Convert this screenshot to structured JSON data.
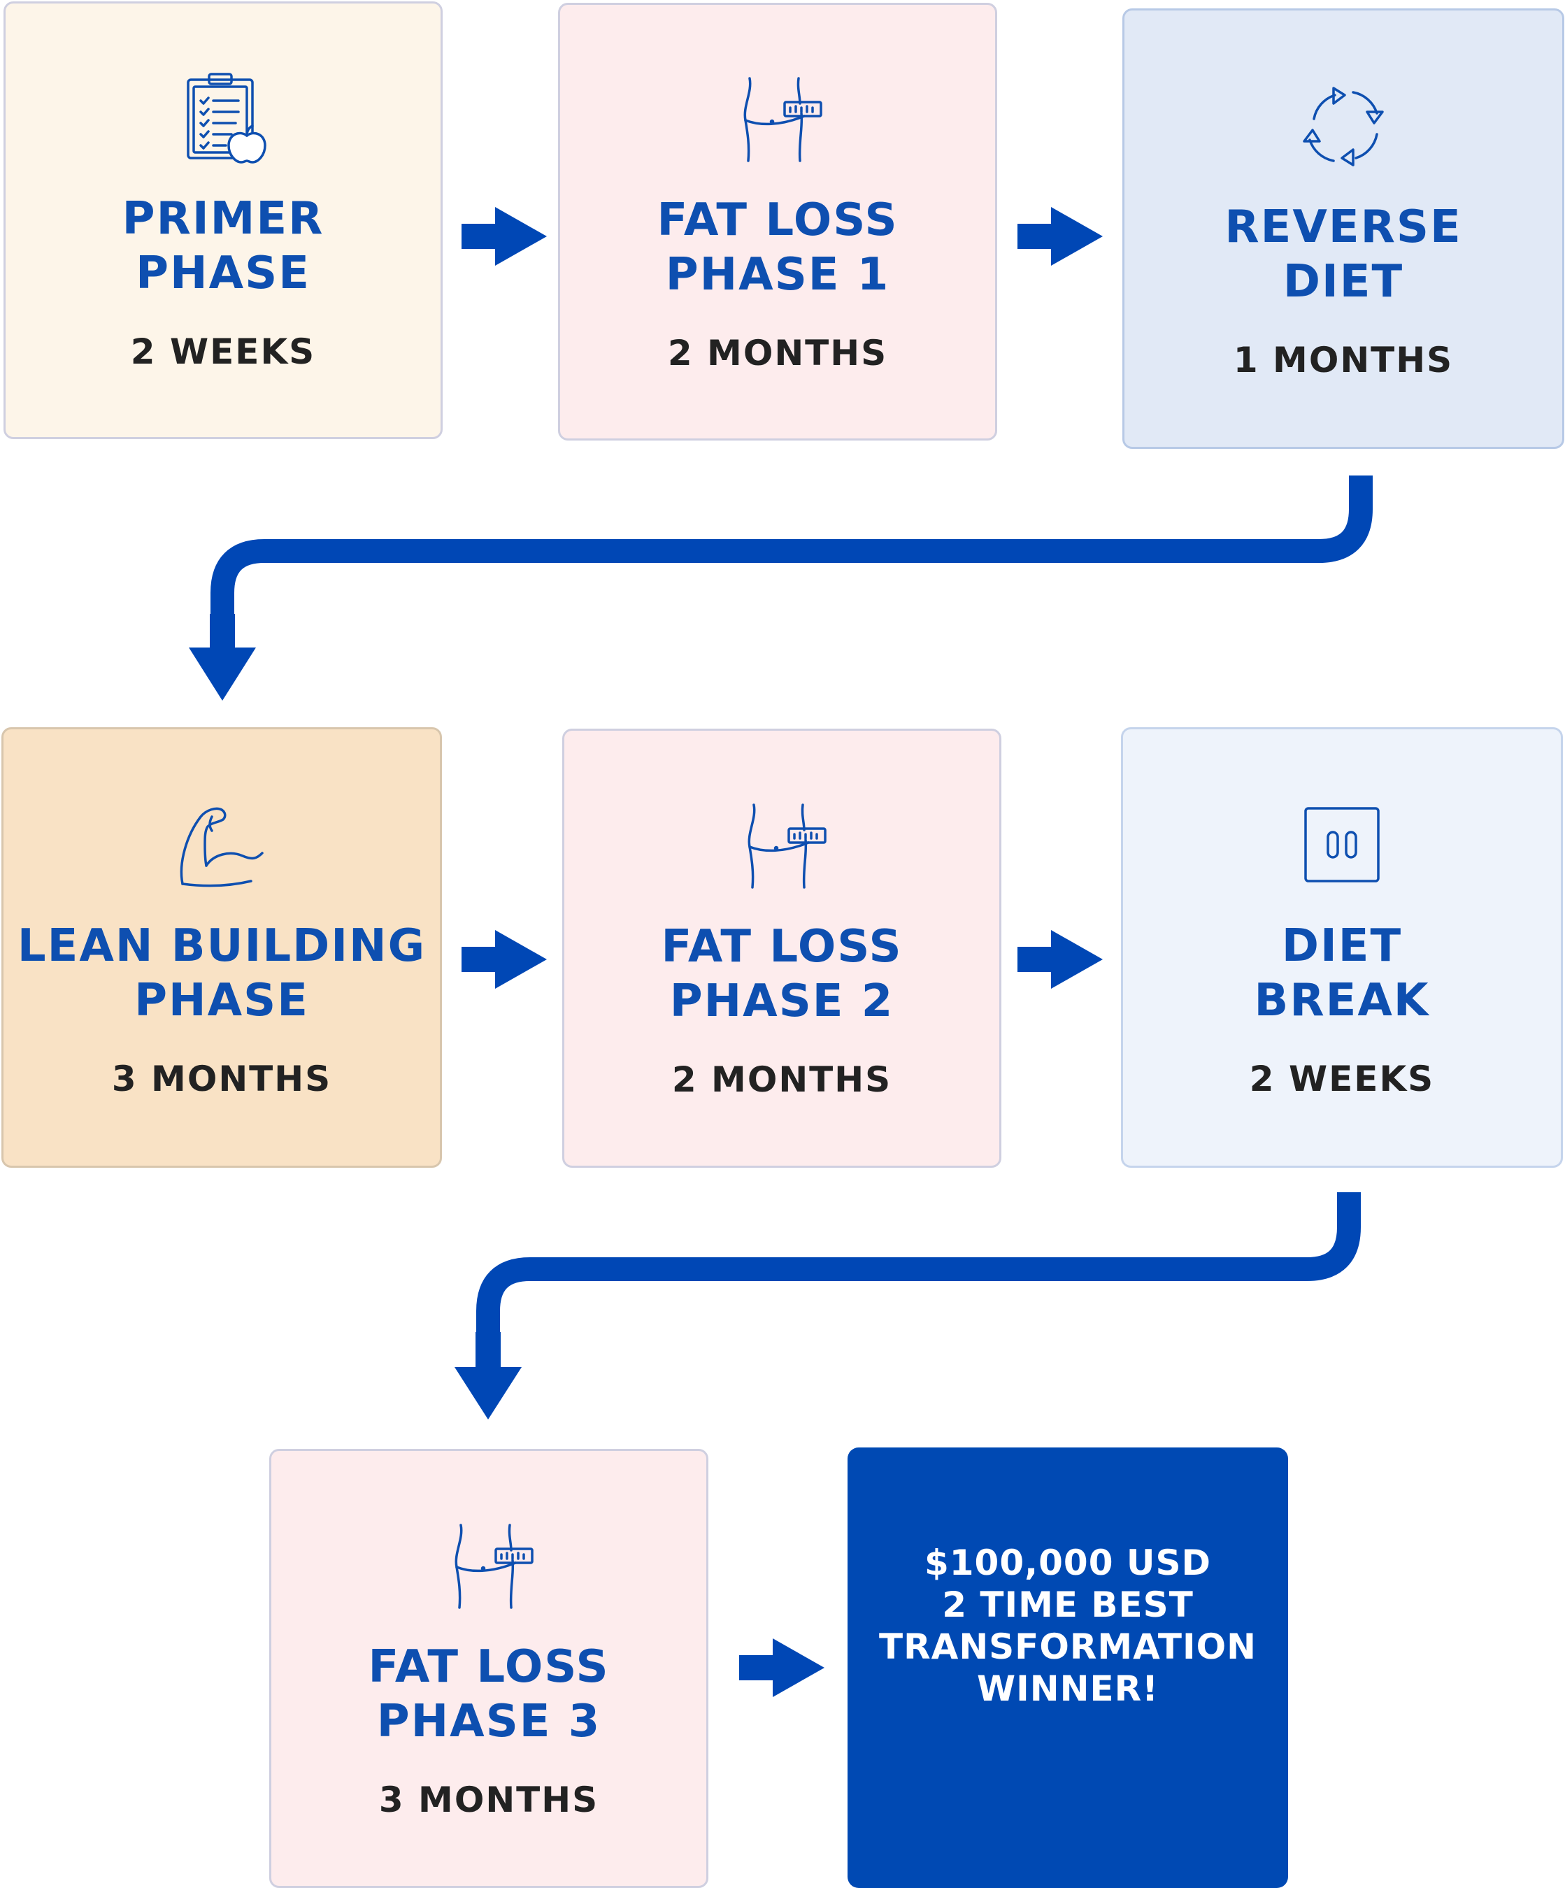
{
  "colors": {
    "primary_blue": "#0e4fb0",
    "arrow_blue": "#0047b5",
    "final_bg": "#0049b3",
    "cream": "#fdf5e9",
    "pink": "#fdeced",
    "light_blue": "#e1e9f6",
    "peach": "#f9e2c5",
    "pale_blue": "#eef3fb"
  },
  "phases": [
    {
      "title_line1": "PRIMER",
      "title_line2": "PHASE",
      "duration": "2 WEEKS",
      "icon": "clipboard-apple-icon"
    },
    {
      "title_line1": "FAT LOSS",
      "title_line2": "PHASE 1",
      "duration": "2 MONTHS",
      "icon": "waist-measure-icon"
    },
    {
      "title_line1": "REVERSE",
      "title_line2": "DIET",
      "duration": "1 MONTHS",
      "icon": "recycle-arrows-icon"
    },
    {
      "title_line1": "LEAN BUILDING",
      "title_line2": "PHASE",
      "duration": "3 MONTHS",
      "icon": "flexed-bicep-icon"
    },
    {
      "title_line1": "FAT LOSS",
      "title_line2": "PHASE 2",
      "duration": "2 MONTHS",
      "icon": "waist-measure-icon"
    },
    {
      "title_line1": "DIET",
      "title_line2": "BREAK",
      "duration": "2 WEEKS",
      "icon": "pause-icon"
    },
    {
      "title_line1": "FAT LOSS",
      "title_line2": "PHASE 3",
      "duration": "3 MONTHS",
      "icon": "waist-measure-icon"
    }
  ],
  "result": {
    "line1": "$100,000 USD",
    "line2": "2 TIME BEST",
    "line3": "TRANSFORMATION",
    "line4": "WINNER!"
  }
}
